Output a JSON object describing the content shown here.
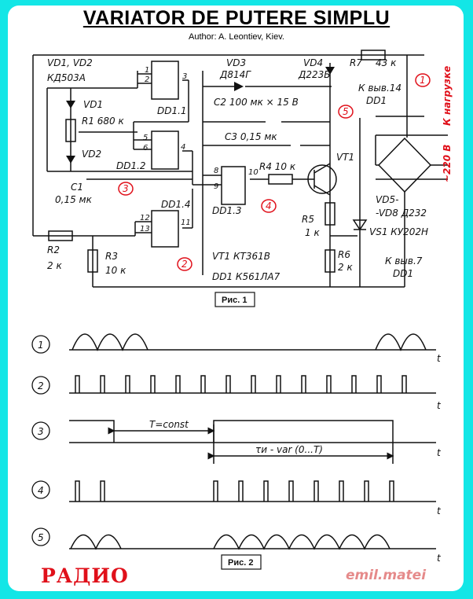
{
  "header": {
    "title": "VARIATOR DE PUTERE SIMPLU",
    "author": "Author: A. Leontiev, Kiev."
  },
  "schematic": {
    "vd12": "VD1, VD2",
    "vd12_type": "КД503А",
    "vd1": "VD1",
    "vd2": "VD2",
    "r1": "R1 680 к",
    "c1": "C1",
    "c1_val": "0,15 мк",
    "dd11": "DD1.1",
    "dd12": "DD1.2",
    "dd13": "DD1.3",
    "dd14": "DD1.4",
    "vd3": "VD3",
    "vd3_type": "Д814Г",
    "vd4": "VD4",
    "vd4_type": "Д223Б",
    "r7": "R7",
    "r7_val": "43 к",
    "c2": "C2  100 мк × 15 В",
    "c3": "C3  0,15 мк",
    "r4": "R4 10 к",
    "vt1": "VT1",
    "r5": "R5",
    "r5_val": "1 к",
    "r6": "R6",
    "r6_val": "2 к",
    "r2": "R2",
    "r2_val": "2 к",
    "r3": "R3",
    "r3_val": "10 к",
    "vd58": "VD5-",
    "vd58_b": "-VD8  Д232",
    "vs1": "VS1  КУ202Н",
    "pin14": "К выв.14",
    "pin7": "К выв.7",
    "dd1": "DD1",
    "load": "К нагрузке",
    "mains": "~220 В",
    "parts1": "VT1   КТ361В",
    "parts2": "DD1   К561ЛА7",
    "fig1": "Рис. 1",
    "fig2": "Рис. 2",
    "pins": {
      "p1": "1",
      "p2": "2",
      "p3": "3",
      "p5": "5",
      "p6": "6",
      "p4": "4",
      "p8": "8",
      "p9": "9",
      "p10": "10",
      "p12": "12",
      "p13": "13",
      "p11": "11"
    },
    "markers": [
      "1",
      "2",
      "3",
      "4",
      "5"
    ]
  },
  "timing": {
    "rows": [
      "1",
      "2",
      "3",
      "4",
      "5"
    ],
    "t": "t",
    "tconst": "T=const",
    "tau": "τи - var (0...T)"
  },
  "footer": {
    "brand": "РАДИО",
    "signature": "emil.matei"
  },
  "colors": {
    "background": "#13e6e6",
    "card": "#ffffff",
    "accent": "#e0101a"
  }
}
